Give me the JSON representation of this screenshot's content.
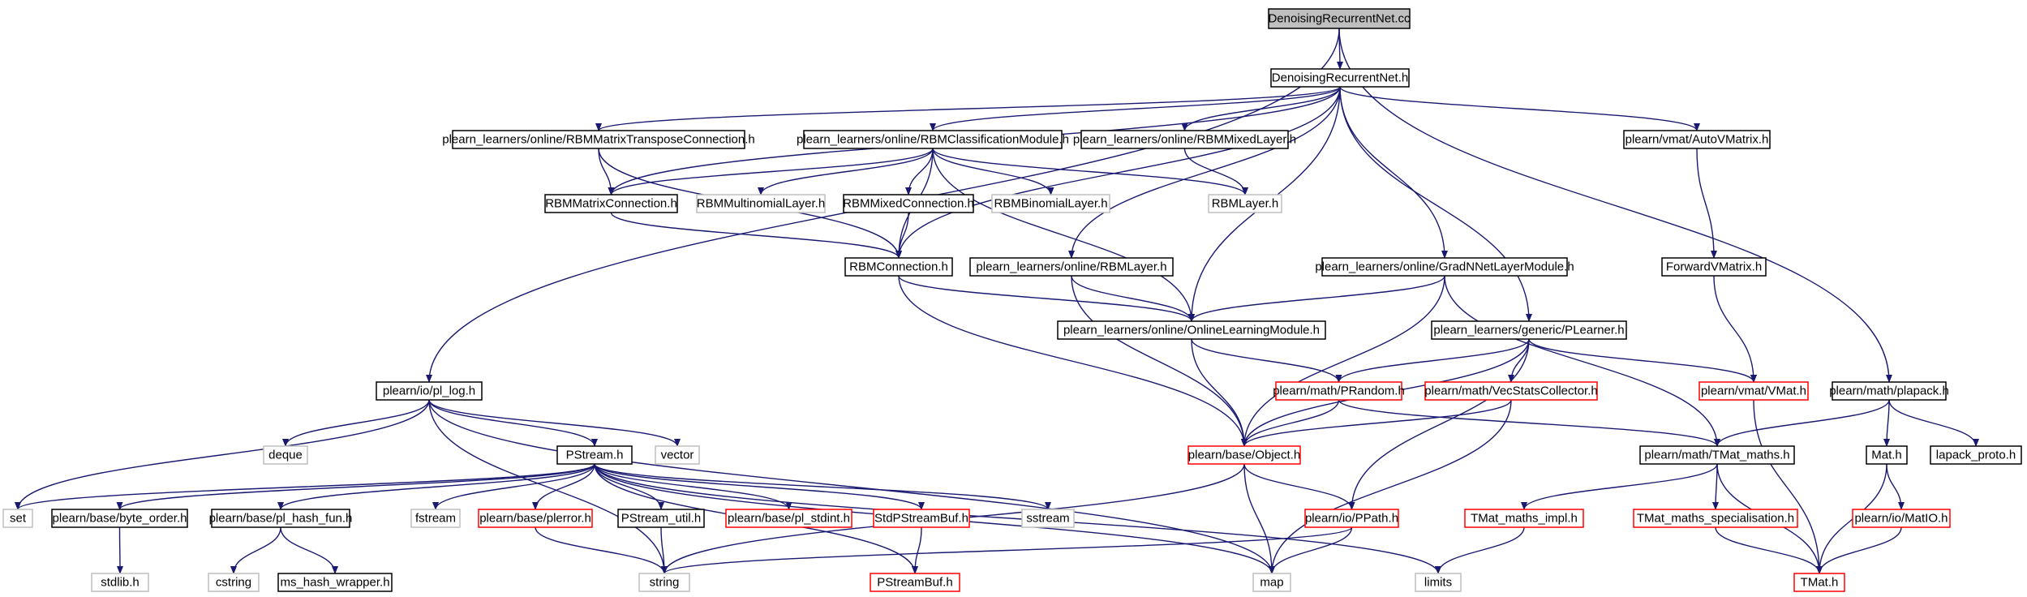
{
  "colors": {
    "edge": "#191970",
    "node_border_black": "#000000",
    "node_border_red": "#ff0000",
    "node_border_gray": "#bfbfbf",
    "node_fill_root": "#bfbfbf",
    "node_text": "#000000"
  },
  "nodes": [
    {
      "id": "root",
      "label": "DenoisingRecurrentNet.cc",
      "style": "root"
    },
    {
      "id": "drn_h",
      "label": "DenoisingRecurrentNet.h",
      "style": "black"
    },
    {
      "id": "pl_log",
      "label": "plearn/io/pl_log.h",
      "style": "black"
    },
    {
      "id": "plapack",
      "label": "plearn/math/plapack.h",
      "style": "black"
    },
    {
      "id": "rbm_mtc",
      "label": "plearn_learners/online/RBMMatrixTransposeConnection.h",
      "style": "black"
    },
    {
      "id": "rbm_cls",
      "label": "plearn_learners/online/RBMClassificationModule.h",
      "style": "black"
    },
    {
      "id": "rbm_mixedl",
      "label": "plearn_learners/online/RBMMixedLayer.h",
      "style": "black"
    },
    {
      "id": "autovm",
      "label": "plearn/vmat/AutoVMatrix.h",
      "style": "black"
    },
    {
      "id": "rbm_mc",
      "label": "RBMMatrixConnection.h",
      "style": "black"
    },
    {
      "id": "rbm_multi",
      "label": "RBMMultinomialLayer.h",
      "style": "gray"
    },
    {
      "id": "rbm_mixc",
      "label": "RBMMixedConnection.h",
      "style": "black"
    },
    {
      "id": "rbm_bin",
      "label": "RBMBinomialLayer.h",
      "style": "gray"
    },
    {
      "id": "rbm_layer",
      "label": "RBMLayer.h",
      "style": "gray"
    },
    {
      "id": "rbm_conn",
      "label": "RBMConnection.h",
      "style": "black"
    },
    {
      "id": "rbm_layer_on",
      "label": "plearn_learners/online/RBMLayer.h",
      "style": "black"
    },
    {
      "id": "gradnn",
      "label": "plearn_learners/online/GradNNetLayerModule.h",
      "style": "black"
    },
    {
      "id": "fwdvm",
      "label": "ForwardVMatrix.h",
      "style": "black"
    },
    {
      "id": "olm",
      "label": "plearn_learners/online/OnlineLearningModule.h",
      "style": "black"
    },
    {
      "id": "plearner",
      "label": "plearn_learners/generic/PLearner.h",
      "style": "black"
    },
    {
      "id": "prandom",
      "label": "plearn/math/PRandom.h",
      "style": "red"
    },
    {
      "id": "vecstats",
      "label": "plearn/math/VecStatsCollector.h",
      "style": "red"
    },
    {
      "id": "vmat",
      "label": "plearn/vmat/VMat.h",
      "style": "red"
    },
    {
      "id": "deque",
      "label": "deque",
      "style": "gray"
    },
    {
      "id": "vector",
      "label": "vector",
      "style": "gray"
    },
    {
      "id": "pstream",
      "label": "PStream.h",
      "style": "black"
    },
    {
      "id": "object",
      "label": "plearn/base/Object.h",
      "style": "red"
    },
    {
      "id": "tmat_maths",
      "label": "plearn/math/TMat_maths.h",
      "style": "black"
    },
    {
      "id": "mat_h",
      "label": "Mat.h",
      "style": "black"
    },
    {
      "id": "lapack",
      "label": "lapack_proto.h",
      "style": "black"
    },
    {
      "id": "set",
      "label": "set",
      "style": "gray"
    },
    {
      "id": "byteorder",
      "label": "plearn/base/byte_order.h",
      "style": "black"
    },
    {
      "id": "hashfun",
      "label": "plearn/base/pl_hash_fun.h",
      "style": "black"
    },
    {
      "id": "fstream",
      "label": "fstream",
      "style": "gray"
    },
    {
      "id": "plerror",
      "label": "plearn/base/plerror.h",
      "style": "red"
    },
    {
      "id": "pstream_util",
      "label": "PStream_util.h",
      "style": "black"
    },
    {
      "id": "pl_stdint",
      "label": "plearn/base/pl_stdint.h",
      "style": "red"
    },
    {
      "id": "stdpsbuf",
      "label": "StdPStreamBuf.h",
      "style": "red"
    },
    {
      "id": "sstream",
      "label": "sstream",
      "style": "gray"
    },
    {
      "id": "ppath",
      "label": "plearn/io/PPath.h",
      "style": "red"
    },
    {
      "id": "tmat_impl",
      "label": "TMat_maths_impl.h",
      "style": "red"
    },
    {
      "id": "tmat_spec",
      "label": "TMat_maths_specialisation.h",
      "style": "red"
    },
    {
      "id": "matio",
      "label": "plearn/io/MatIO.h",
      "style": "red"
    },
    {
      "id": "stdlib",
      "label": "stdlib.h",
      "style": "gray"
    },
    {
      "id": "cstring",
      "label": "cstring",
      "style": "gray"
    },
    {
      "id": "mshash",
      "label": "ms_hash_wrapper.h",
      "style": "black"
    },
    {
      "id": "string",
      "label": "string",
      "style": "gray"
    },
    {
      "id": "psbuf",
      "label": "PStreamBuf.h",
      "style": "red"
    },
    {
      "id": "map",
      "label": "map",
      "style": "gray"
    },
    {
      "id": "limits",
      "label": "limits",
      "style": "gray"
    },
    {
      "id": "tmat",
      "label": "TMat.h",
      "style": "red"
    }
  ],
  "edges": [
    [
      "root",
      "drn_h"
    ],
    [
      "root",
      "pl_log"
    ],
    [
      "root",
      "plapack"
    ],
    [
      "drn_h",
      "rbm_mtc"
    ],
    [
      "drn_h",
      "rbm_cls"
    ],
    [
      "drn_h",
      "rbm_mixedl"
    ],
    [
      "drn_h",
      "autovm"
    ],
    [
      "drn_h",
      "rbm_mc"
    ],
    [
      "drn_h",
      "rbm_conn"
    ],
    [
      "drn_h",
      "rbm_layer_on"
    ],
    [
      "drn_h",
      "gradnn"
    ],
    [
      "drn_h",
      "olm"
    ],
    [
      "drn_h",
      "plearner"
    ],
    [
      "rbm_mtc",
      "rbm_mc"
    ],
    [
      "rbm_mtc",
      "rbm_conn"
    ],
    [
      "rbm_cls",
      "rbm_mc"
    ],
    [
      "rbm_cls",
      "rbm_multi"
    ],
    [
      "rbm_cls",
      "rbm_mixc"
    ],
    [
      "rbm_cls",
      "rbm_bin"
    ],
    [
      "rbm_cls",
      "rbm_layer"
    ],
    [
      "rbm_cls",
      "rbm_conn"
    ],
    [
      "rbm_cls",
      "olm"
    ],
    [
      "rbm_mixedl",
      "rbm_layer"
    ],
    [
      "autovm",
      "fwdvm"
    ],
    [
      "rbm_mc",
      "rbm_conn"
    ],
    [
      "rbm_mixc",
      "rbm_conn"
    ],
    [
      "rbm_conn",
      "olm"
    ],
    [
      "rbm_conn",
      "object"
    ],
    [
      "rbm_layer_on",
      "olm"
    ],
    [
      "rbm_layer_on",
      "object"
    ],
    [
      "gradnn",
      "olm"
    ],
    [
      "gradnn",
      "object"
    ],
    [
      "gradnn",
      "tmat_maths"
    ],
    [
      "fwdvm",
      "vmat"
    ],
    [
      "olm",
      "prandom"
    ],
    [
      "olm",
      "object"
    ],
    [
      "plearner",
      "object"
    ],
    [
      "plearner",
      "prandom"
    ],
    [
      "plearner",
      "vecstats"
    ],
    [
      "plearner",
      "vmat"
    ],
    [
      "plearner",
      "ppath"
    ],
    [
      "prandom",
      "object"
    ],
    [
      "prandom",
      "tmat_maths"
    ],
    [
      "vecstats",
      "object"
    ],
    [
      "vecstats",
      "map"
    ],
    [
      "vmat",
      "tmat"
    ],
    [
      "plapack",
      "tmat_maths"
    ],
    [
      "plapack",
      "mat_h"
    ],
    [
      "plapack",
      "lapack"
    ],
    [
      "pl_log",
      "deque"
    ],
    [
      "pl_log",
      "vector"
    ],
    [
      "pl_log",
      "pstream"
    ],
    [
      "pl_log",
      "set"
    ],
    [
      "pl_log",
      "string"
    ],
    [
      "pl_log",
      "map"
    ],
    [
      "pstream",
      "set"
    ],
    [
      "pstream",
      "byteorder"
    ],
    [
      "pstream",
      "hashfun"
    ],
    [
      "pstream",
      "fstream"
    ],
    [
      "pstream",
      "plerror"
    ],
    [
      "pstream",
      "pstream_util"
    ],
    [
      "pstream",
      "pl_stdint"
    ],
    [
      "pstream",
      "stdpsbuf"
    ],
    [
      "pstream",
      "sstream"
    ],
    [
      "pstream",
      "psbuf"
    ],
    [
      "pstream",
      "map"
    ],
    [
      "pstream",
      "limits"
    ],
    [
      "object",
      "ppath"
    ],
    [
      "object",
      "string"
    ],
    [
      "object",
      "map"
    ],
    [
      "ppath",
      "string"
    ],
    [
      "ppath",
      "map"
    ],
    [
      "tmat_maths",
      "tmat_impl"
    ],
    [
      "tmat_maths",
      "tmat_spec"
    ],
    [
      "tmat_maths",
      "tmat"
    ],
    [
      "mat_h",
      "matio"
    ],
    [
      "mat_h",
      "tmat"
    ],
    [
      "matio",
      "tmat"
    ],
    [
      "tmat_impl",
      "limits"
    ],
    [
      "tmat_spec",
      "tmat"
    ],
    [
      "byteorder",
      "stdlib"
    ],
    [
      "hashfun",
      "cstring"
    ],
    [
      "hashfun",
      "mshash"
    ],
    [
      "plerror",
      "string"
    ],
    [
      "pstream_util",
      "string"
    ],
    [
      "stdpsbuf",
      "psbuf"
    ]
  ]
}
